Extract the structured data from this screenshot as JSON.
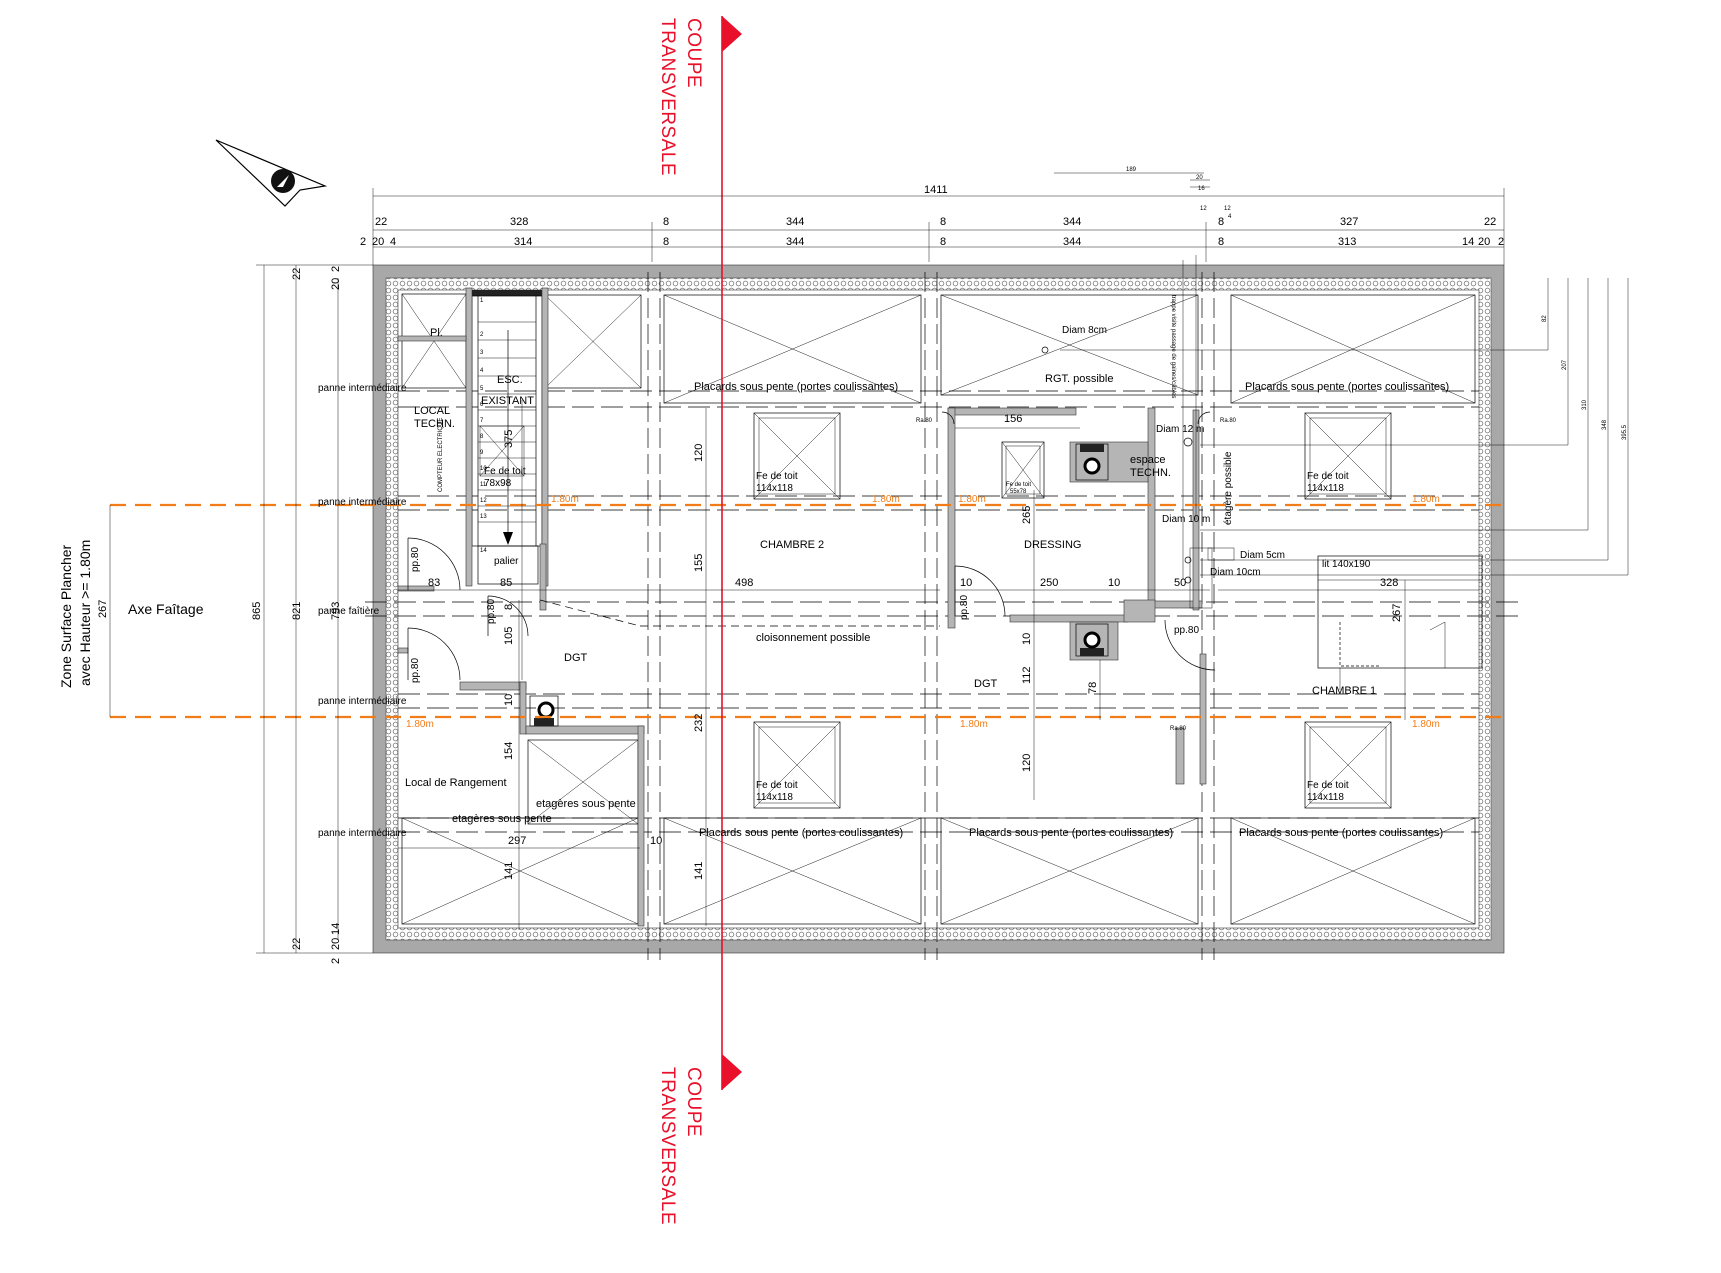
{
  "section": {
    "label_line1": "COUPE",
    "label_line2": "TRANSVERSALE",
    "color": "#e8102a"
  },
  "height_line": {
    "label": "1.80m",
    "color": "#f07d1a"
  },
  "axis": {
    "label": "Axe Faîtage"
  },
  "zone": {
    "line1": "Zone Surface Plancher",
    "line2": "avec Hauteur >= 1.80m",
    "dim": "267"
  },
  "panne": {
    "intermediaire": "panne intermédiaire",
    "faitiere": "panne faîtière"
  },
  "dims_top": {
    "overall": "1411",
    "row1": [
      "22",
      "328",
      "8",
      "344",
      "8",
      "344",
      "8",
      "327",
      "22"
    ],
    "row2": [
      "2",
      "20",
      "4",
      "314",
      "8",
      "344",
      "8",
      "344",
      "8",
      "313",
      "14",
      "20",
      "2"
    ],
    "tiny": [
      "189",
      "20",
      "16",
      "12",
      "12",
      "4"
    ]
  },
  "dims_left": {
    "d865": "865",
    "d821": "821",
    "d793": "793",
    "d22": "22",
    "d20": "20",
    "d14": "14",
    "d2": "2"
  },
  "dims_right_tiny": [
    "82",
    "207",
    "310",
    "348",
    "395.5"
  ],
  "rooms": {
    "pl": "Pl.",
    "esc_line1": "ESC.",
    "esc_line2": "EXISTANT",
    "local_line1": "LOCAL",
    "local_line2": "TECHN.",
    "compteur": "COMPTEUR ELECTRIQUE",
    "palier": "palier",
    "dgt": "DGT",
    "chambre2": "CHAMBRE 2",
    "dressing": "DRESSING",
    "chambre1": "CHAMBRE 1",
    "rangement": "Local de Rangement",
    "rgt": "RGT. possible",
    "espace_line1": "espace",
    "espace_line2": "TECHN.",
    "cloison": "cloisonnement possible",
    "etageres": "etagères sous pente",
    "lit": "lit 140x190"
  },
  "placard": "Placards  sous pente (portes coulissantes)",
  "windows": {
    "big_line1": "Fe de toit",
    "big_line2": "114x118",
    "small_line1": "Fe de toit",
    "small_line2": "55x78",
    "stair_line1": "Fe de toit",
    "stair_line2": "78x98"
  },
  "doors": {
    "pp80": "pp.80",
    "ra80": "Ra.80"
  },
  "diam": {
    "d8": "Diam 8cm",
    "d12": "Diam 12 m",
    "d10a": "Diam 10 m",
    "d5": "Diam 5cm",
    "d10b": "Diam 10cm"
  },
  "notes": {
    "vertical1": "trappe visite passage de gaines/câbles",
    "vertical2": "étagère possible"
  },
  "stair_steps": [
    "1",
    "2",
    "3",
    "4",
    "5",
    "6",
    "7",
    "8",
    "9",
    "10",
    "11",
    "12",
    "13",
    "14"
  ],
  "dims_inner": {
    "d375": "375",
    "d120a": "120",
    "d155": "155",
    "d498": "498",
    "d83": "83",
    "d85": "85",
    "d8": "8",
    "d105": "105",
    "d10a": "10",
    "d154": "154",
    "d297": "297",
    "d141a": "141",
    "d232": "232",
    "d10b": "10",
    "d141b": "141",
    "d156": "156",
    "d265": "265",
    "d10c": "10",
    "d250": "250",
    "d50": "50",
    "d10d": "10",
    "d112": "112",
    "d78": "78",
    "d120b": "120",
    "d328": "328",
    "d267": "267",
    "d10e": "10"
  }
}
